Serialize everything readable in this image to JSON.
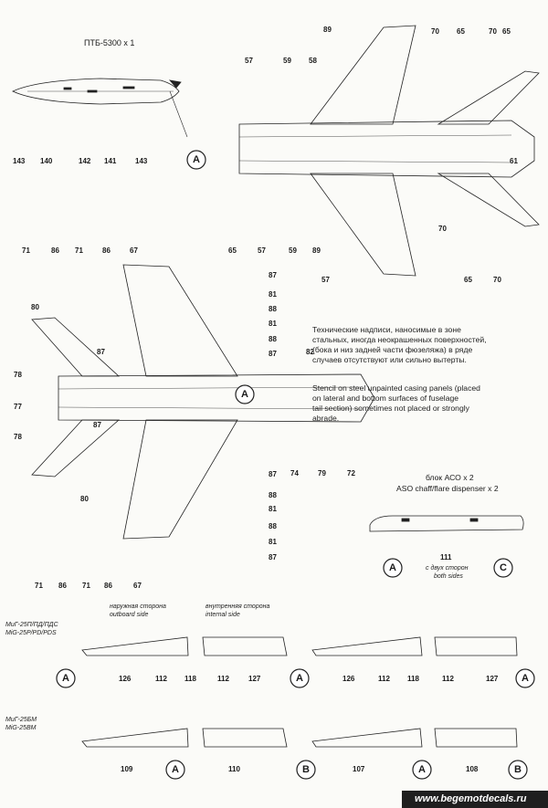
{
  "tank_title": "ПТБ-5300  x 1",
  "callouts_tank": [
    "143",
    "140",
    "142",
    "141",
    "143"
  ],
  "callouts_top": [
    "89",
    "70",
    "65",
    "70",
    "65",
    "57",
    "59",
    "58",
    "61",
    "65",
    "57",
    "59",
    "89",
    "57",
    "70",
    "65",
    "70"
  ],
  "callouts_main": [
    "71",
    "86",
    "71",
    "86",
    "67",
    "87",
    "81",
    "88",
    "81",
    "88",
    "87",
    "82",
    "80",
    "87",
    "78",
    "77",
    "78",
    "87",
    "80",
    "74",
    "79",
    "72",
    "87",
    "88",
    "81",
    "88",
    "81",
    "87",
    "71",
    "86",
    "71",
    "86",
    "67"
  ],
  "note_ru": [
    "Технические надписи, наносимые в зоне",
    "стальных, иногда неокрашенных поверхностей,",
    "(бока и низ задней части фюзеляжа) в ряде",
    "случаев отсутствуют или сильно вытерты."
  ],
  "note_en": [
    "Stencil on steel unpainted casing panels (placed",
    "on lateral and bottom surfaces of fuselage",
    "tail section) sometimes not placed or strongly",
    "abrade."
  ],
  "aso_title_ru": "блок АСО  x 2",
  "aso_title_en": "ASO chaff/flare dispenser x 2",
  "aso_number": "111",
  "aso_sides_ru": "с двух сторон",
  "aso_sides_en": "both sides",
  "variant1_ru": "МиГ-25П/ПД/ПДС",
  "variant1_en": "MiG-25P/PD/PDS",
  "variant2_ru": "МиГ-25БМ",
  "variant2_en": "MiG-25BM",
  "outboard_ru": "наружная сторона",
  "outboard_en": "outboard side",
  "internal_ru": "внутренняя сторона",
  "internal_en": "internal side",
  "callouts_row1": [
    "126",
    "112",
    "118",
    "112",
    "127",
    "126",
    "112",
    "118",
    "112",
    "127"
  ],
  "callouts_row2": [
    "109",
    "110",
    "107",
    "108"
  ],
  "marker_a": "A",
  "marker_b": "B",
  "marker_c": "C",
  "website": "www.begemotdecals.ru"
}
